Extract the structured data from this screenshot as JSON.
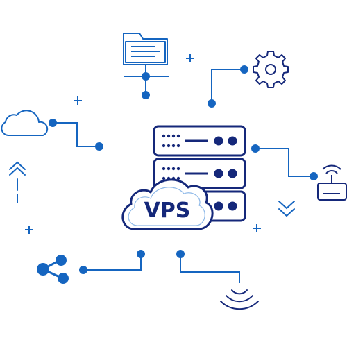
{
  "center": {
    "label": "VPS"
  },
  "colors": {
    "navy": "#15287a",
    "blue": "#1565c0",
    "sky": "#2f7dd6",
    "background": "#ffffff"
  },
  "nodes": [
    {
      "name": "document-folder-network",
      "icon": "document-folder-network-icon"
    },
    {
      "name": "settings",
      "icon": "gear-icon"
    },
    {
      "name": "cloud",
      "icon": "cloud-icon"
    },
    {
      "name": "router",
      "icon": "wifi-router-icon"
    },
    {
      "name": "share",
      "icon": "share-icon"
    },
    {
      "name": "wireless-signal",
      "icon": "wireless-signal-icon"
    },
    {
      "name": "upload-arrows",
      "icon": "double-chevron-up-icon"
    },
    {
      "name": "download-arrows",
      "icon": "double-chevron-down-icon"
    }
  ]
}
